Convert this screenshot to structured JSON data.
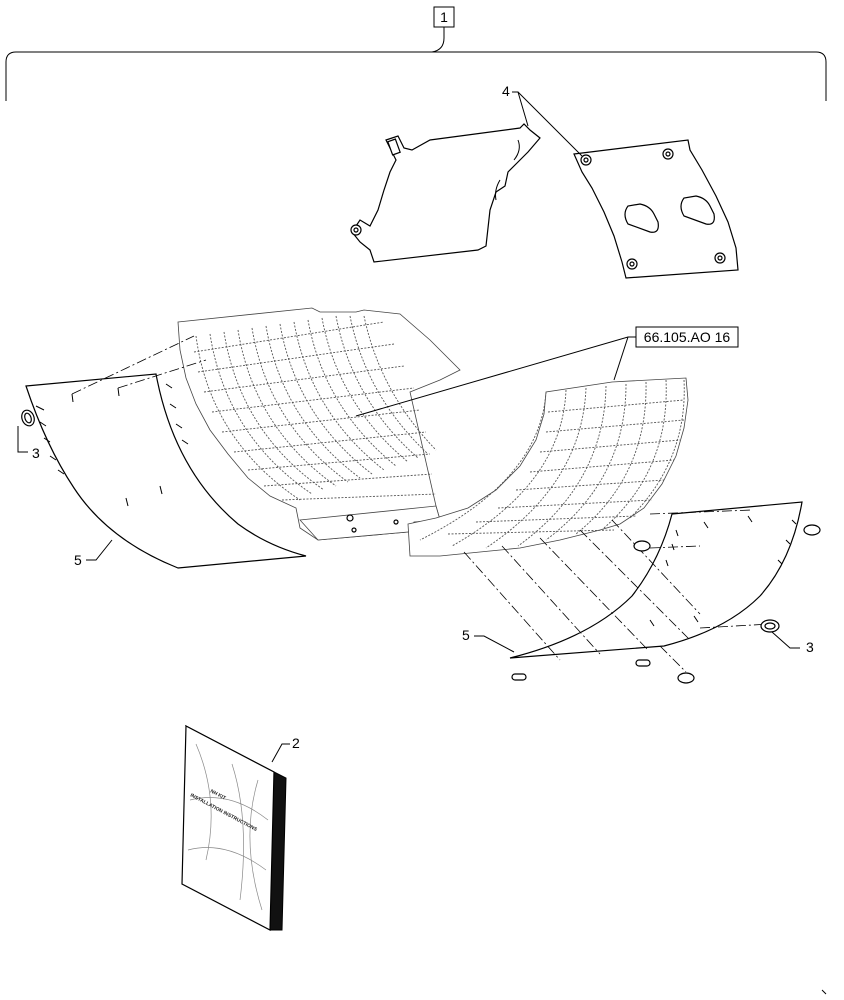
{
  "callouts": {
    "kit": "1",
    "manual": "2",
    "clip_left": "3",
    "clip_right": "3",
    "cover_plate": "4",
    "panel_left": "5",
    "panel_right": "5"
  },
  "reference": {
    "label": "66.105.AO 16"
  },
  "manual_cover": {
    "line1": "NH KIT",
    "line2": "INSTALLATION INSTRUCTIONS"
  }
}
